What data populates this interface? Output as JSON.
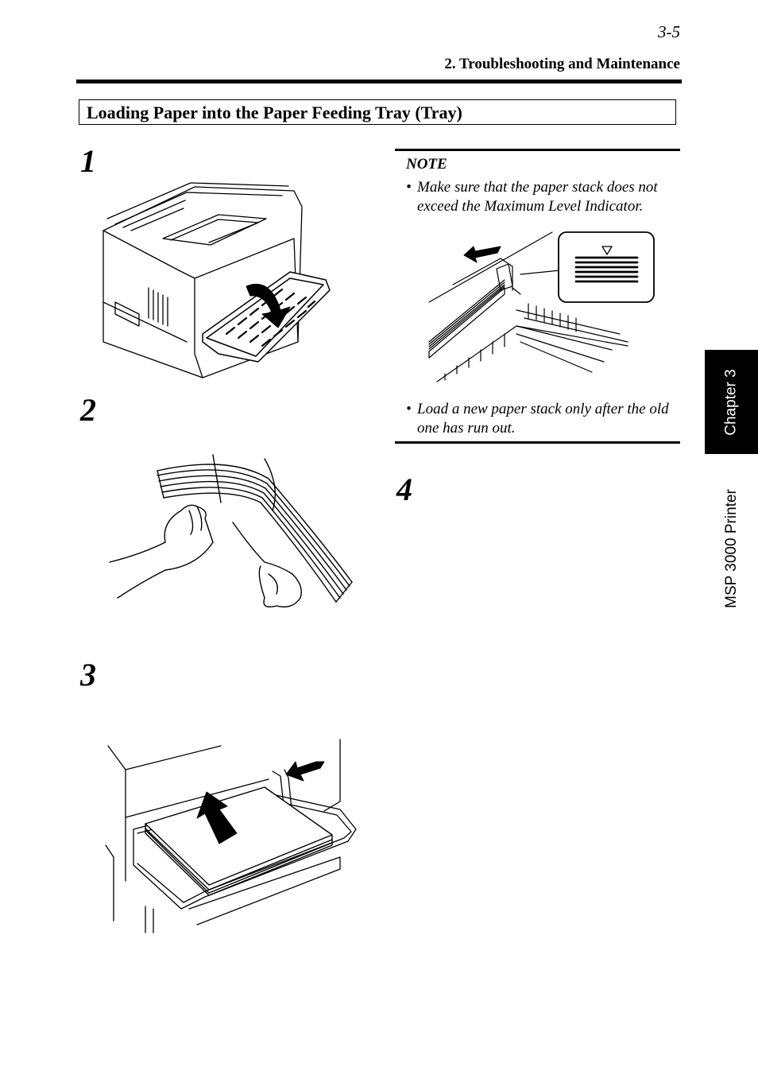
{
  "header": {
    "page_number": "3-5",
    "section": "2. Troubleshooting and Maintenance"
  },
  "title": "Loading Paper into the Paper Feeding Tray (Tray)",
  "steps": [
    "1",
    "2",
    "3",
    "4"
  ],
  "note": {
    "title": "NOTE",
    "items": [
      "Make sure that the paper stack does not exceed the Maximum Level Indicator.",
      "Load a new paper stack only after the old one has run out."
    ],
    "bullet": "•"
  },
  "side_tab": {
    "chapter": "Chapter 3",
    "product": "MSP 3000 Printer"
  }
}
